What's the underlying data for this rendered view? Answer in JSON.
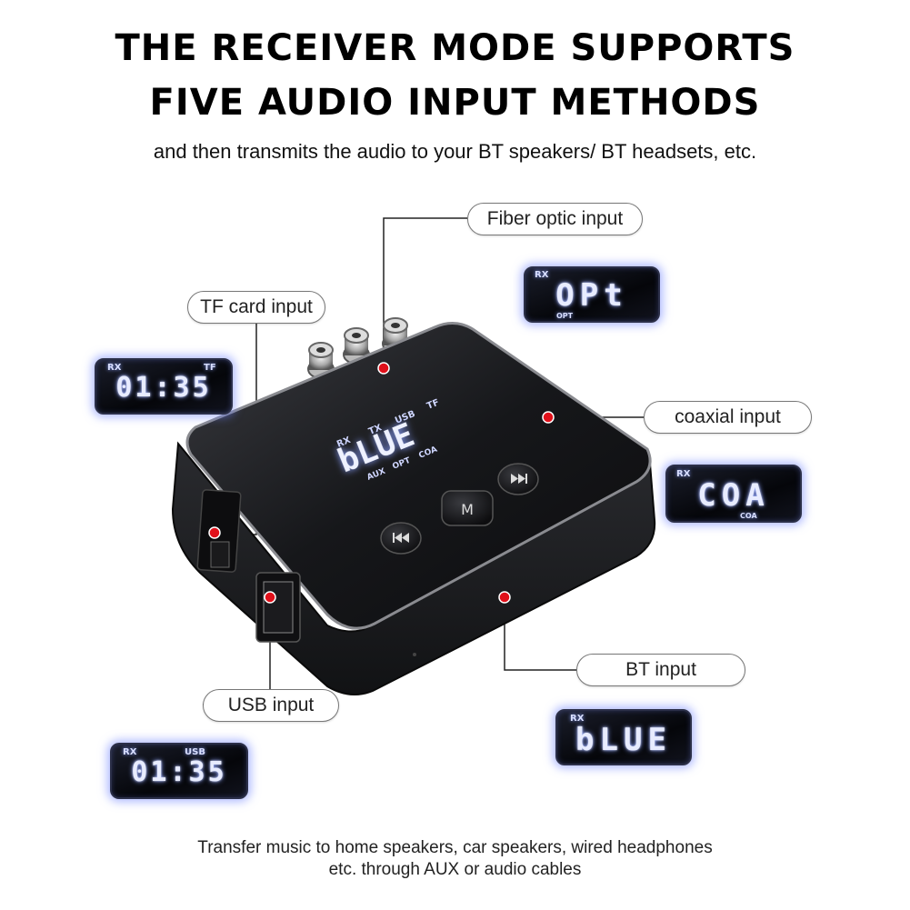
{
  "headline": {
    "line1": "THE RECEIVER MODE SUPPORTS",
    "line2": "FIVE AUDIO INPUT METHODS"
  },
  "subtitle": "and then transmits the audio to your BT speakers/ BT headsets, etc.",
  "labels": {
    "fiber": "Fiber optic input",
    "tf": "TF card input",
    "coaxial": "coaxial input",
    "bt": "BT input",
    "usb": "USB input"
  },
  "displays": {
    "opt": {
      "mode": "RX",
      "main": "OPt",
      "sub": "OPT"
    },
    "tf": {
      "mode": "RX",
      "main": "01:35",
      "source": "TF"
    },
    "coa": {
      "mode": "RX",
      "main": "COA",
      "sub": "COA"
    },
    "blue": {
      "mode": "RX",
      "main": "bLUE"
    },
    "usb": {
      "mode": "RX",
      "main": "01:35",
      "source": "USB"
    }
  },
  "device": {
    "screen_main": "bLUE",
    "indicators_top": [
      "RX",
      "TX",
      "USB",
      "TF"
    ],
    "indicators_bottom": [
      "AUX",
      "OPT",
      "COA"
    ],
    "button_m": "M"
  },
  "footer": {
    "line1": "Transfer music to home speakers, car speakers, wired headphones",
    "line2": "etc. through AUX or audio cables"
  },
  "colors": {
    "marker": "#e0101a",
    "lcd_glow": "#6e82ff",
    "device_body": "#1c1d21"
  }
}
